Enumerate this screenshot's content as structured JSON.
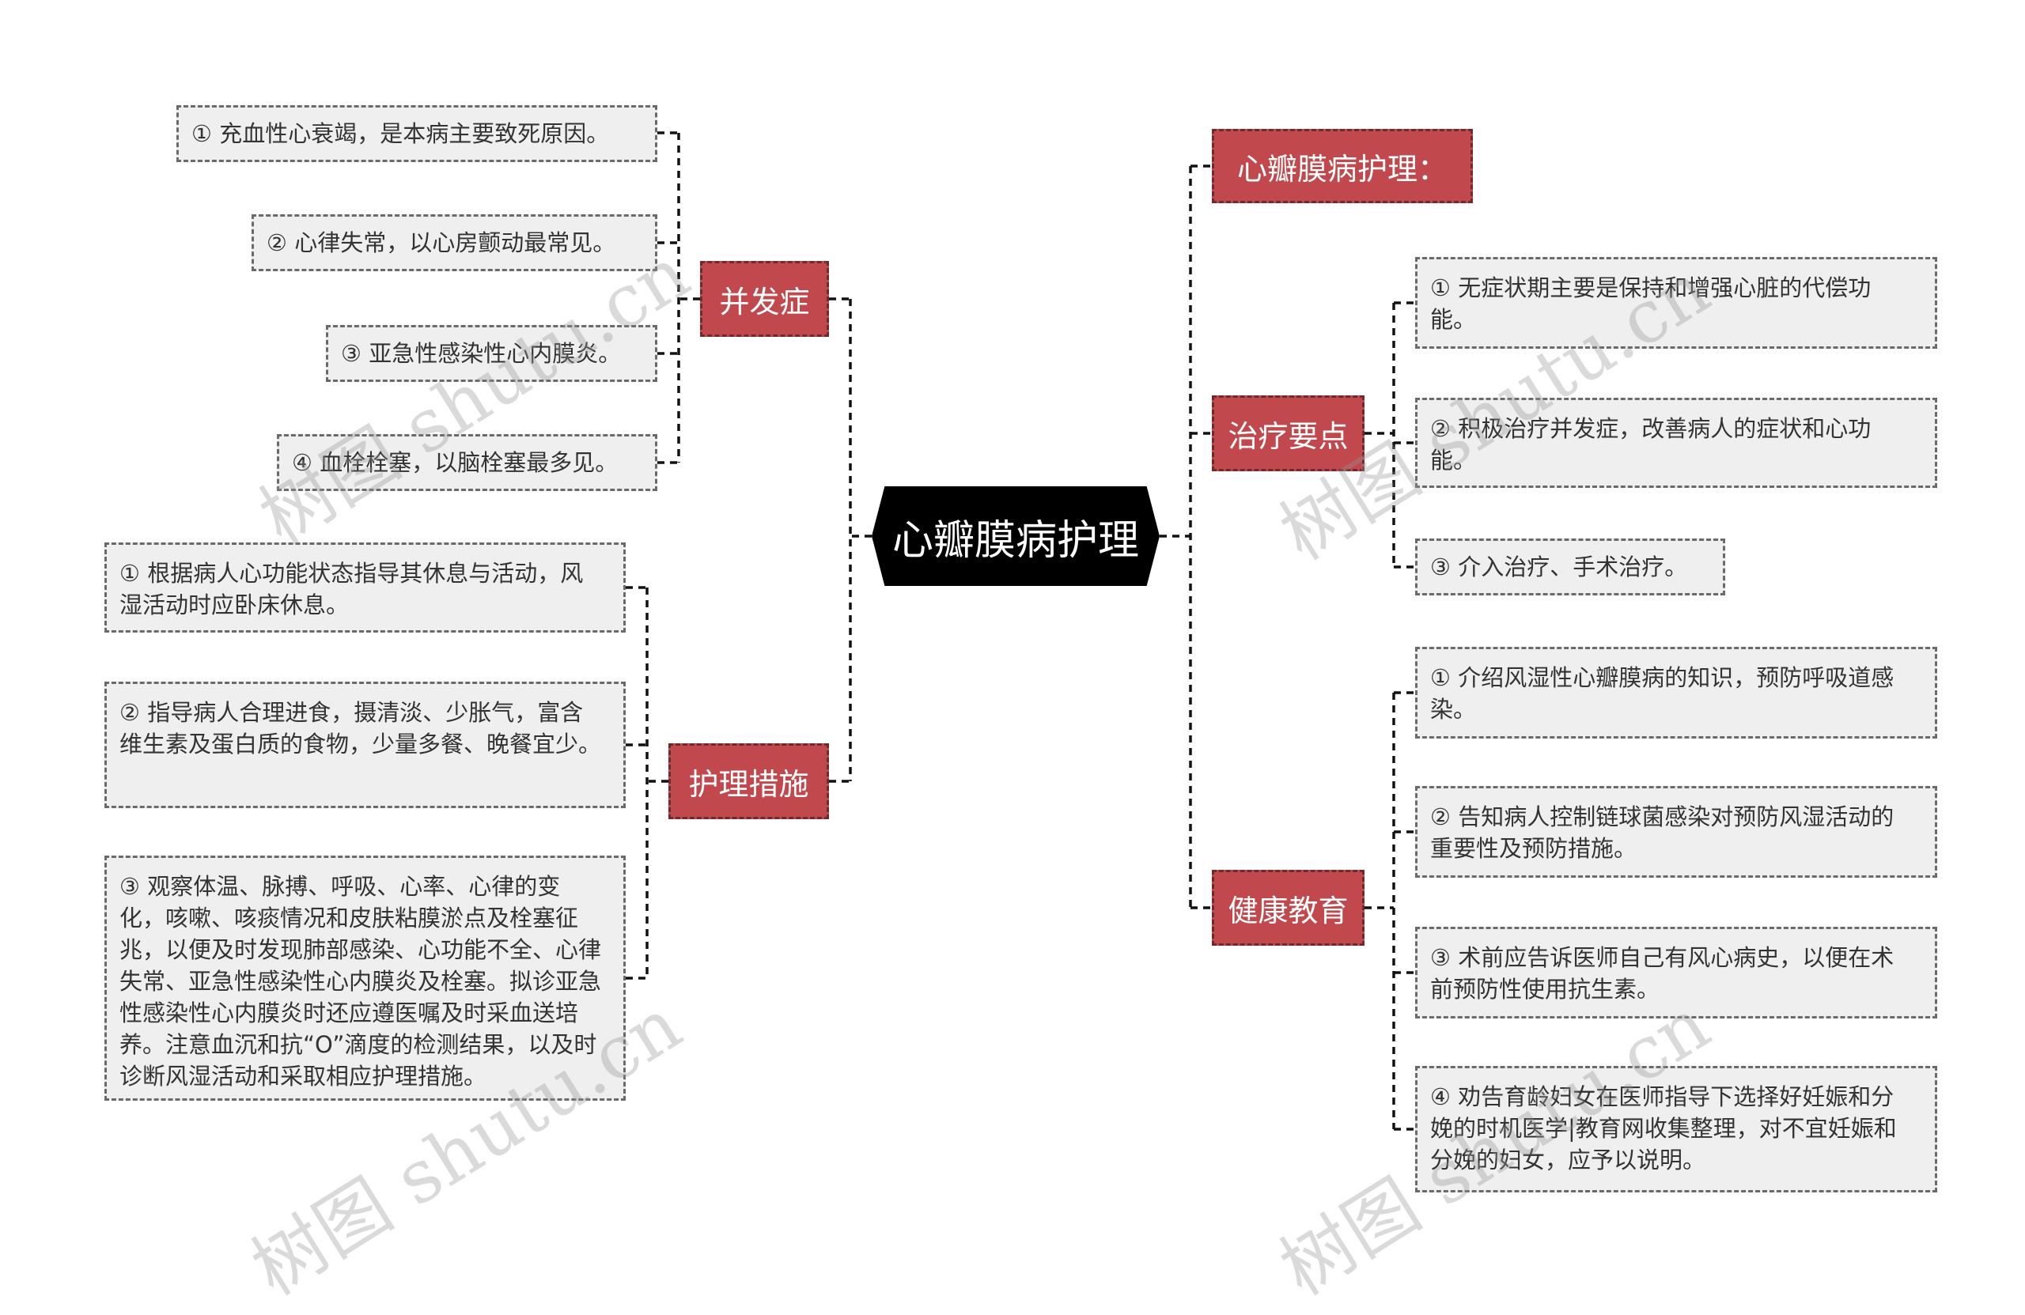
{
  "central": {
    "label": "心瓣膜病护理"
  },
  "left_branches": [
    {
      "label": "并发症",
      "items": [
        "① 充血性心衰竭，是本病主要致死原因。",
        "② 心律失常，以心房颤动最常见。",
        "③ 亚急性感染性心内膜炎。",
        "④ 血栓栓塞，以脑栓塞最多见。"
      ]
    },
    {
      "label": "护理措施",
      "items": [
        "① 根据病人心功能状态指导其休息与活动，风湿活动时应卧床休息。",
        "② 指导病人合理进食，摄清淡、少胀气，富含维生素及蛋白质的食物，少量多餐、晚餐宜少。",
        "③ 观察体温、脉搏、呼吸、心率、心律的变化，咳嗽、咳痰情况和皮肤粘膜淤点及栓塞征兆，以便及时发现肺部感染、心功能不全、心律失常、亚急性感染性心内膜炎及栓塞。拟诊亚急性感染性心内膜炎时还应遵医嘱及时采血送培养。注意血沉和抗“O”滴度的检测结果，以及时诊断风湿活动和采取相应护理措施。"
      ]
    }
  ],
  "right_branches": [
    {
      "label": "心瓣膜病护理：",
      "items": []
    },
    {
      "label": "治疗要点",
      "items": [
        "① 无症状期主要是保持和增强心脏的代偿功能。",
        "② 积极治疗并发症，改善病人的症状和心功能。",
        "③ 介入治疗、手术治疗。"
      ]
    },
    {
      "label": "健康教育",
      "items": [
        "① 介绍风湿性心瓣膜病的知识，预防呼吸道感染。",
        "② 告知病人控制链球菌感染对预防风湿活动的重要性及预防措施。",
        "③ 术前应告诉医师自己有风心病史，以便在术前预防性使用抗生素。",
        "④ 劝告育龄妇女在医师指导下选择好妊娠和分娩的时机医学|教育网收集整理，对不宜妊娠和分娩的妇女，应予以说明。"
      ]
    }
  ],
  "watermark": "树图 shutu.cn",
  "colors": {
    "branch": "#c1494d",
    "central": "#000000",
    "leaf_bg": "#efefef"
  }
}
